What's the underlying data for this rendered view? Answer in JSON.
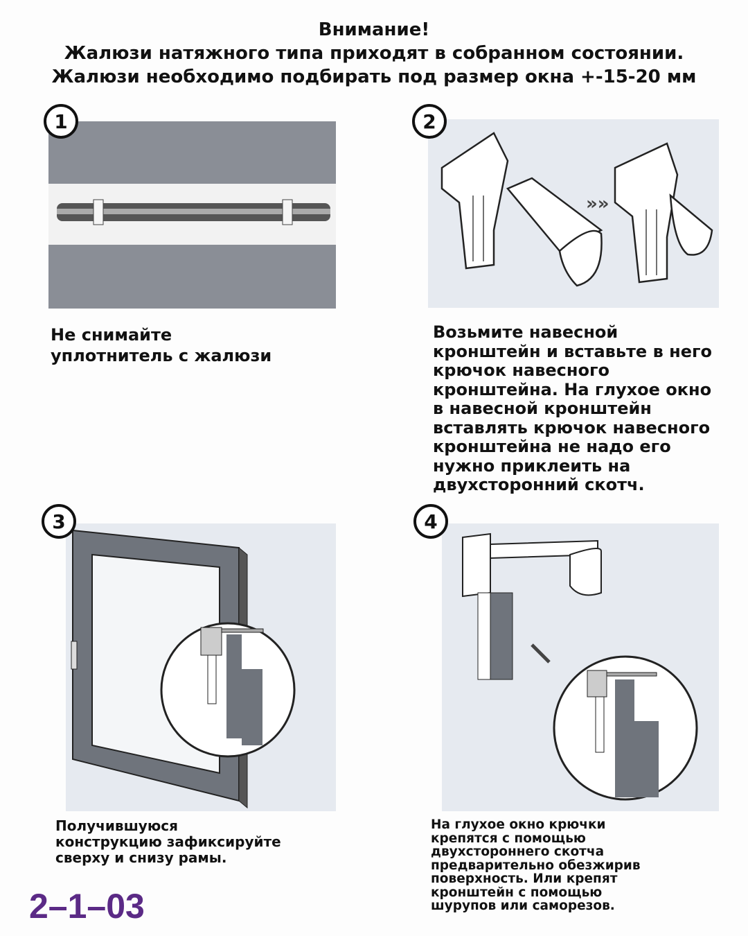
{
  "header": {
    "lines": [
      "Внимание!",
      "Жалюзи натяжного типа приходят в собранном состоянии.",
      "Жалюзи необходимо подбирать под размер окна +-15-20 мм"
    ]
  },
  "steps": [
    {
      "number": "1",
      "text": [
        "Не снимайте",
        "уплотнитель с жалюзи"
      ]
    },
    {
      "number": "2",
      "text": [
        "Возьмите навесной",
        "кронштейн и вставьте в него",
        "крючок навесного",
        "кронштейна. На глухое окно",
        "в навесной кронштейн",
        "вставлять крючок навесного",
        "кронштейна не надо его",
        "нужно приклеить на",
        "двухсторонний скотч."
      ]
    },
    {
      "number": "3",
      "text": [
        "Получившуюся",
        "конструкцию зафиксируйте",
        "сверху и снизу рамы."
      ]
    },
    {
      "number": "4",
      "text": [
        "На глухое окно крючки",
        "крепятся с помощью",
        "двухстороннего скотча",
        "предварительно обезжирив",
        "поверхность. Или крепят",
        "кронштейн с помощью",
        "шурупов или саморезов."
      ]
    }
  ],
  "footer": {
    "code": "2–1–03"
  },
  "colors": {
    "code": "#5b2a86",
    "panel_bg": "#e6eaf0",
    "panel1_bg": "#8a8e96",
    "frame": "#6f747c"
  }
}
